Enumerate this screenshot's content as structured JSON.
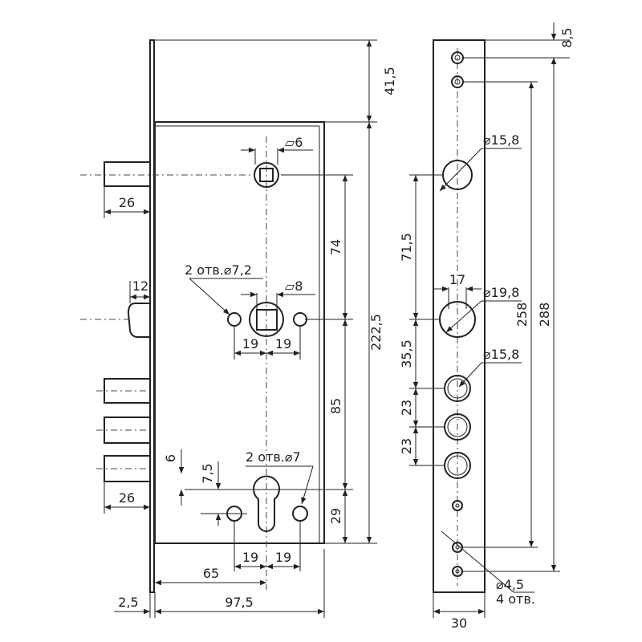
{
  "labels": {
    "d_top_offset": "41,5",
    "d_body_height": "222,5",
    "d_74": "74",
    "d_85": "85",
    "d_29": "29",
    "d_bolt_26_top": "26",
    "d_latch_12": "12",
    "sq6": "▱6",
    "sq8": "▱8",
    "holes_72": "2 отв.⌀7,2",
    "holes_7": "2 отв.⌀7",
    "d_19a": "19",
    "d_19b": "19",
    "d_19c": "19",
    "d_19d": "19",
    "d_bolt_26_bottom": "26",
    "d_6": "6",
    "d_7_5": "7,5",
    "d_65": "65",
    "d_2_5": "2,5",
    "d_97_5": "97,5",
    "r_8_5": "8,5",
    "r_d15_8_top": "⌀15,8",
    "r_71_5": "71,5",
    "r_17": "17",
    "r_d19_8": "⌀19,8",
    "r_35_5": "35,5",
    "r_d15_8_bot": "⌀15,8",
    "r_23a": "23",
    "r_23b": "23",
    "r_258": "258",
    "r_288": "288",
    "r_d4_5": "⌀4,5",
    "r_4holes": "4 отв.",
    "r_30": "30"
  }
}
